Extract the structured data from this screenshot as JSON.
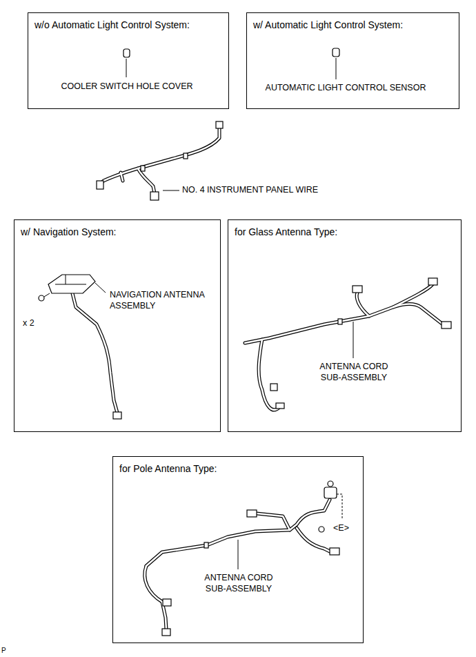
{
  "diagram": {
    "nodes": [
      {
        "text": [
          "w/o Automatic Light Control System:",
          "COOLER SWITCH HOLE COVER"
        ]
      },
      {
        "text": [
          "w/ Automatic Light Control System:",
          "AUTOMATIC LIGHT CONTROL SENSOR"
        ]
      },
      {
        "text": [
          "w/ Navigation System:",
          "NAVIGATION ANTENNA ASSEMBLY",
          "x 2"
        ]
      },
      {
        "text": [
          "for Glass Antenna Type:",
          "ANTENNA CORD SUB-ASSEMBLY"
        ]
      },
      {
        "text": [
          "for Pole Antenna Type:",
          "ANTENNA CORD SUB-ASSEMBLY",
          "<E>"
        ]
      }
    ],
    "labels": [
      "NO. 4 INSTRUMENT PANEL WIRE",
      "P"
    ]
  }
}
